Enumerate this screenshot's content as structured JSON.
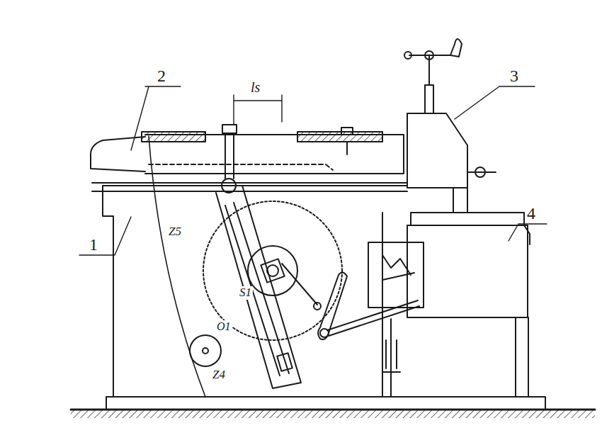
{
  "diagram": {
    "labels": [
      "2",
      "ls",
      "3",
      "Z5",
      "1",
      "4",
      "S1",
      "O1",
      "Z4"
    ]
  }
}
